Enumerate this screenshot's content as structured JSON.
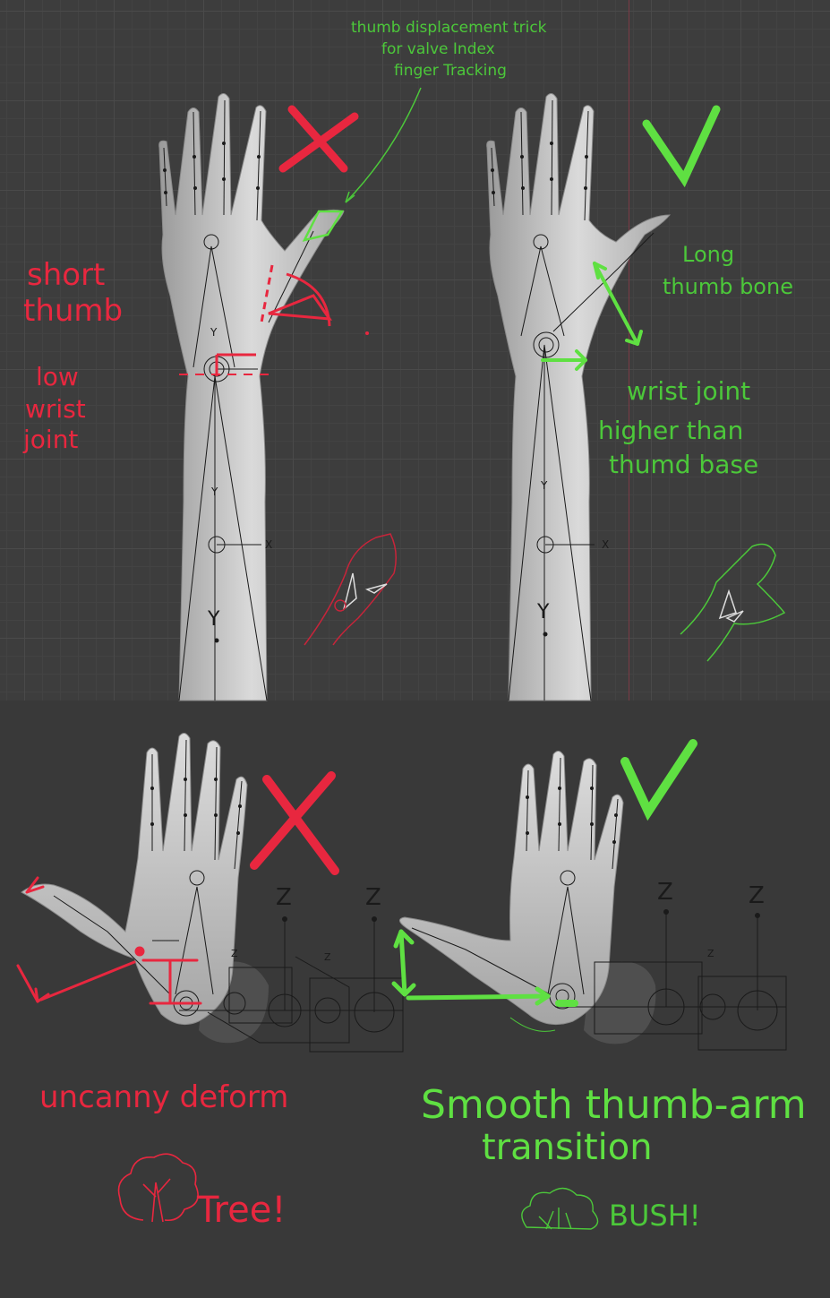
{
  "colors": {
    "bad": "#e8273f",
    "good": "#5fe042",
    "good_dark": "#4cc83a",
    "mesh": "#c9c9c9",
    "bone": "#111111"
  },
  "top": {
    "annotation": [
      "thumb displacement trick",
      "for valve Index",
      "finger Tracking"
    ],
    "left": {
      "verdict_icon": "cross-icon",
      "label_thumb": [
        "short",
        "thumb"
      ],
      "label_wrist": [
        "low",
        "wrist",
        "joint"
      ]
    },
    "right": {
      "verdict_icon": "check-icon",
      "label_thumb": [
        "Long",
        "thumb bone"
      ],
      "label_wrist": [
        "wrist joint",
        "higher than",
        "thumd base"
      ]
    },
    "axis": {
      "y": "Y",
      "x": "X"
    }
  },
  "bottom": {
    "left": {
      "verdict_icon": "cross-icon",
      "caption": "uncanny deform",
      "word": "Tree!",
      "doodle_icon": "tree-icon"
    },
    "right": {
      "verdict_icon": "check-icon",
      "caption": [
        "Smooth thumb-arm",
        "transition"
      ],
      "word": "BUSH!",
      "doodle_icon": "bush-icon"
    },
    "axis": {
      "z": "Z"
    }
  }
}
